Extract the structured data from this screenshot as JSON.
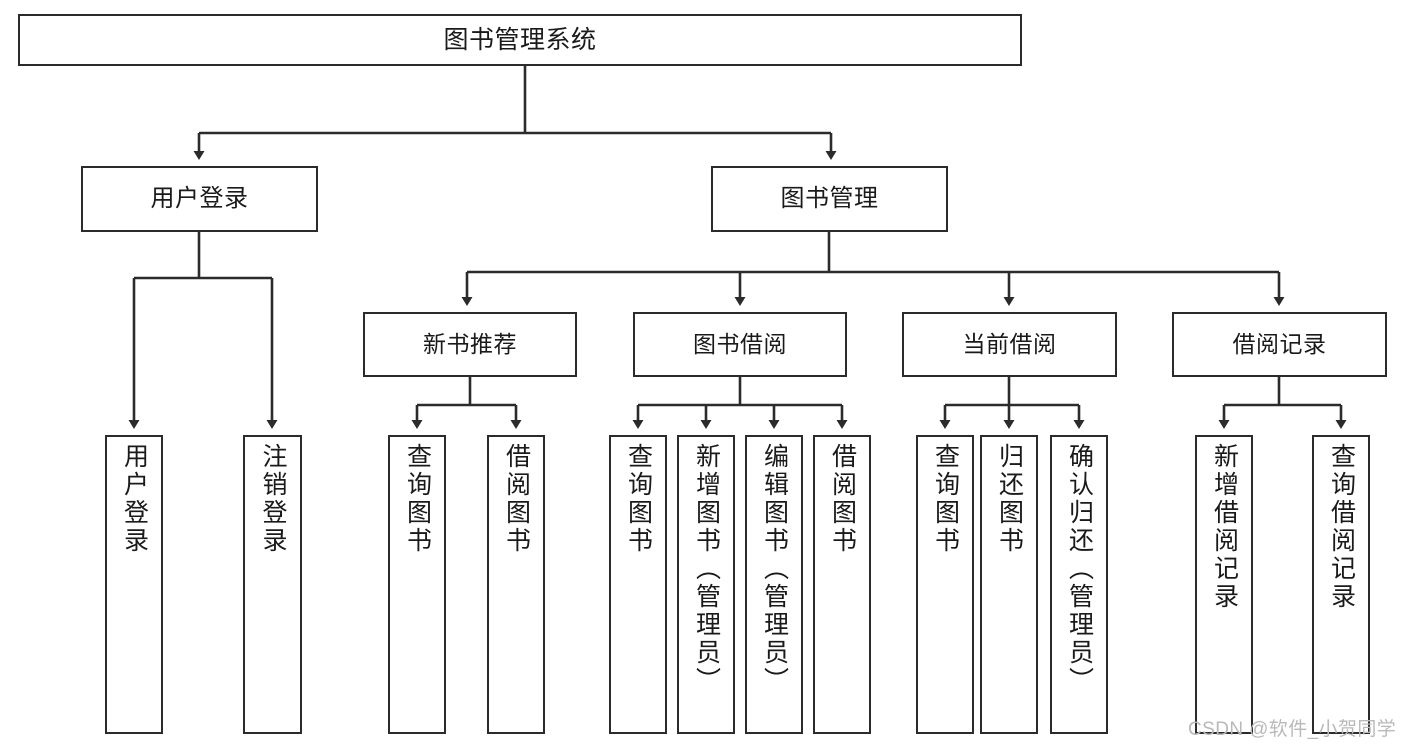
{
  "diagram": {
    "type": "tree-hierarchy",
    "title": "图书管理系统",
    "orientation": "top-down",
    "colors": {
      "box_border": "#2b2b2b",
      "box_fill": "#ffffff",
      "edge": "#2b2b2b",
      "text": "#1a1a1a",
      "watermark": "#b9b9b9"
    },
    "root": {
      "label": "图书管理系统"
    },
    "level2": [
      {
        "label": "用户登录"
      },
      {
        "label": "图书管理"
      }
    ],
    "level3": [
      {
        "label": "新书推荐"
      },
      {
        "label": "图书借阅"
      },
      {
        "label": "当前借阅"
      },
      {
        "label": "借阅记录"
      }
    ],
    "leaves": {
      "user_login": [
        {
          "label": "用户登录"
        },
        {
          "label": "注销登录"
        }
      ],
      "new_book_recommend": [
        {
          "label": "查询图书"
        },
        {
          "label": "借阅图书"
        }
      ],
      "book_borrow": [
        {
          "label": "查询图书"
        },
        {
          "label": "新增图书（管理员）"
        },
        {
          "label": "编辑图书（管理员）"
        },
        {
          "label": "借阅图书"
        }
      ],
      "current_borrow": [
        {
          "label": "查询图书"
        },
        {
          "label": "归还图书"
        },
        {
          "label": "确认归还（管理员）"
        }
      ],
      "borrow_record": [
        {
          "label": "新增借阅记录"
        },
        {
          "label": "查询借阅记录"
        }
      ]
    }
  },
  "watermark": {
    "text": "CSDN @软件_小贺同学"
  }
}
